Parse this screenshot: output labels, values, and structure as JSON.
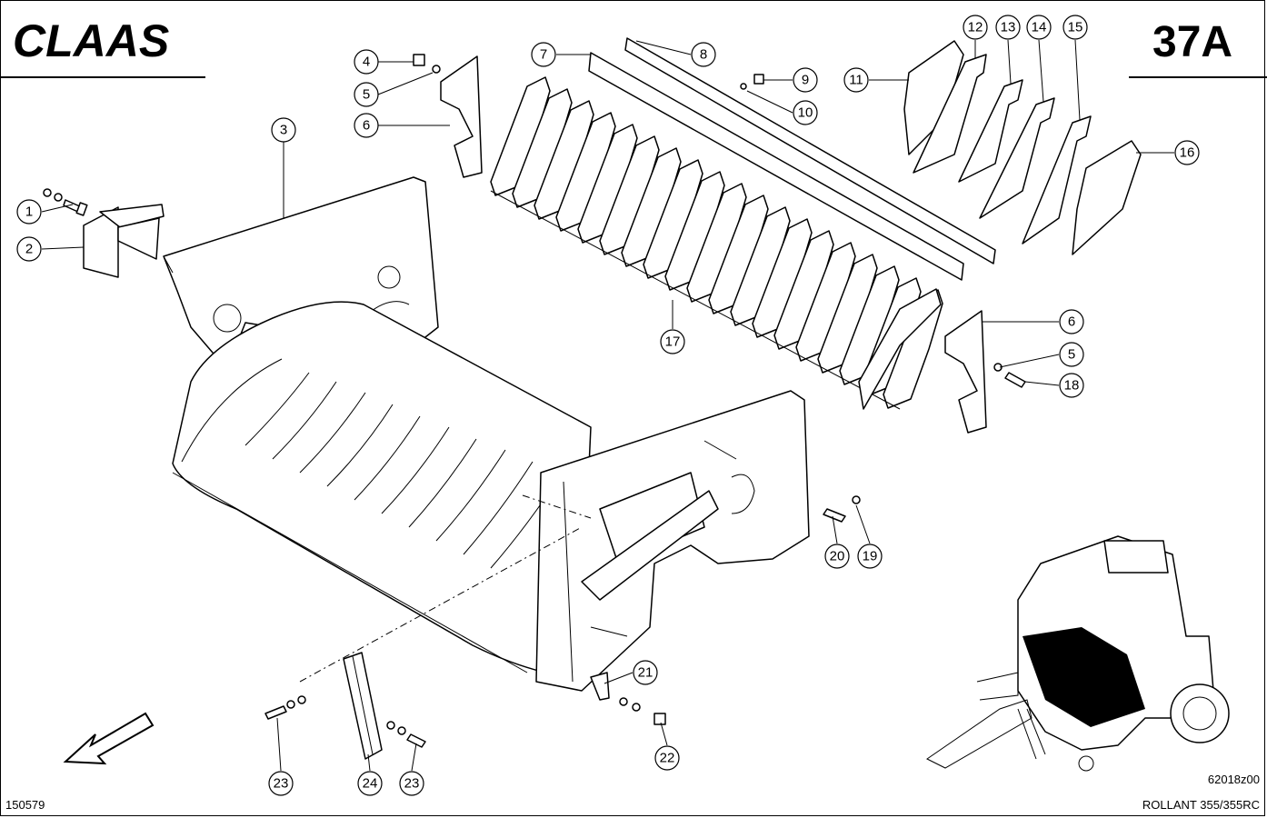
{
  "header": {
    "brand": "CLAAS",
    "page_code": "37A"
  },
  "footer": {
    "left_code": "150579",
    "drawing_code": "62018z00",
    "model": "ROLLANT 355/355RC"
  },
  "callouts": [
    "1",
    "2",
    "3",
    "4",
    "5",
    "6",
    "7",
    "8",
    "9",
    "10",
    "11",
    "12",
    "13",
    "14",
    "15",
    "16",
    "17",
    "18",
    "19",
    "20",
    "21",
    "22",
    "23",
    "24"
  ],
  "colors": {
    "ink": "#000000",
    "paper": "#ffffff",
    "accent_fill": "#000000"
  },
  "icons": {
    "direction": "arrow-direction-icon",
    "machine": "baler-overview-icon"
  }
}
